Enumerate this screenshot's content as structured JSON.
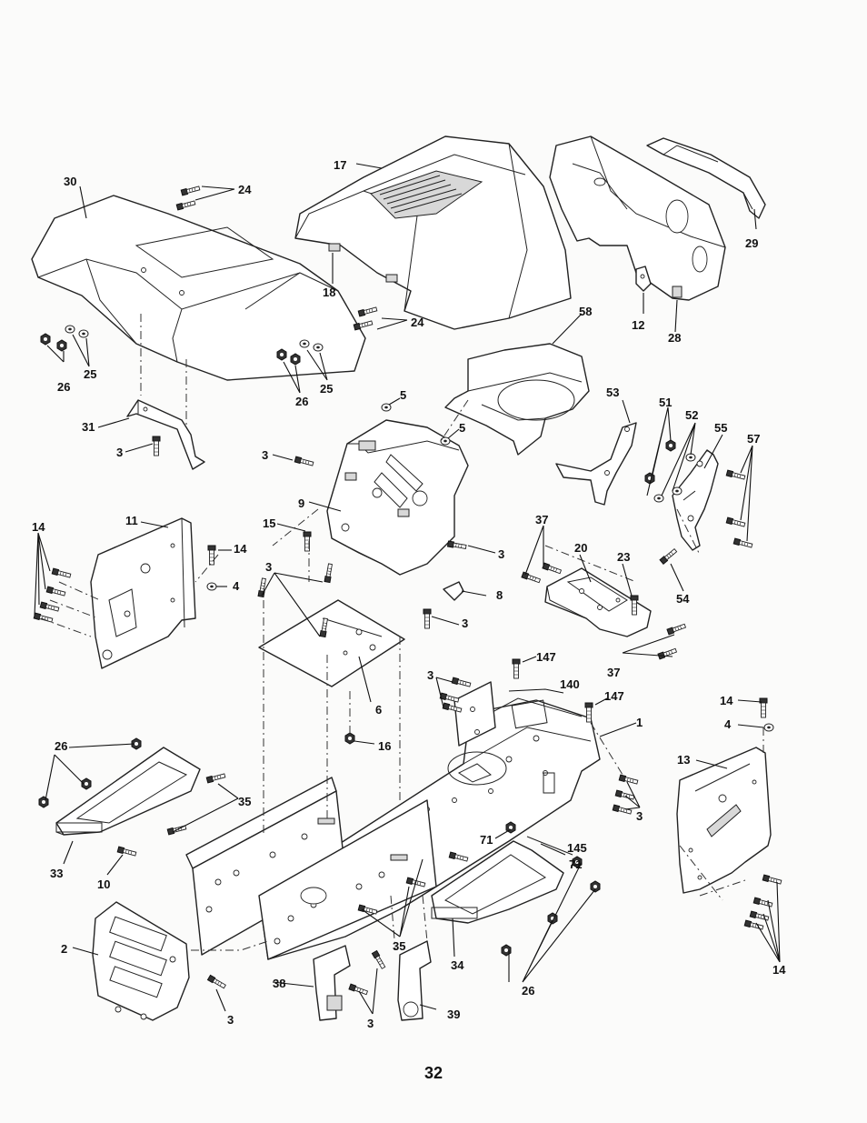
{
  "page_number": "32",
  "callouts": {
    "c1": "1",
    "c2": "2",
    "c3": "3",
    "c4": "4",
    "c5": "5",
    "c6": "6",
    "c8": "8",
    "c9": "9",
    "c10": "10",
    "c11": "11",
    "c12": "12",
    "c13": "13",
    "c14": "14",
    "c15": "15",
    "c16": "16",
    "c17": "17",
    "c18": "18",
    "c20": "20",
    "c23": "23",
    "c24": "24",
    "c25": "25",
    "c26": "26",
    "c28": "28",
    "c29": "29",
    "c30": "30",
    "c31": "31",
    "c33": "33",
    "c34": "34",
    "c35": "35",
    "c37": "37",
    "c38": "38",
    "c39": "39",
    "c51": "51",
    "c52": "52",
    "c53": "53",
    "c54": "54",
    "c55": "55",
    "c57": "57",
    "c58": "58",
    "c71": "71",
    "c140": "140",
    "c145": "145",
    "c147": "147"
  }
}
